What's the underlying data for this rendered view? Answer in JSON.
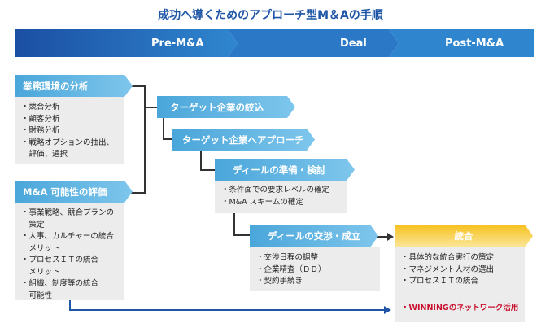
{
  "title": "成功へ導くためのアプローチ型M＆Aの手順",
  "phases": [
    "Pre-M&A",
    "Deal",
    "Post-M&A"
  ],
  "steps": {
    "env": {
      "label": "業務環境の分析",
      "items": [
        "・競合分析",
        "・顧客分析",
        "・財務分析",
        "・戦略オプションの抽出、\n　評価、選択"
      ]
    },
    "feas": {
      "label": "M&A 可能性の評価",
      "items": [
        "・事業戦略、競合プランの\n　策定",
        "・人事、カルチャーの統合\n　メリット",
        "・プロセスＩＴの統合\n　メリット",
        "・組織、制度等の統合\n　可能性"
      ]
    },
    "narrow": {
      "label": "ターゲット企業の絞込"
    },
    "approach": {
      "label": "ターゲット企業へアプローチ"
    },
    "prep": {
      "label": "ディールの準備・検討",
      "items": [
        "・条件面での要求レベルの確定",
        "・M&A スキームの確定"
      ]
    },
    "nego": {
      "label": "ディールの交渉・成立",
      "items": [
        "・交渉日程の調整",
        "・企業精査（ＤＤ）",
        "・契約手続き"
      ]
    },
    "integ": {
      "label": "統合",
      "items": [
        "・具体的な統合実行の策定",
        "・マネジメント人材の選出",
        "・プロセスＩＴの統合"
      ],
      "highlight": "・WINNINGのネットワーク活用"
    }
  },
  "colors": {
    "title": "#1f56a6",
    "phase_dark": "#1b4fa3",
    "phase_light": "#2f86cf",
    "head": "#4aa6da",
    "integ_head": "#f6c01c",
    "highlight": "#c8102e",
    "box": "#ececec"
  }
}
